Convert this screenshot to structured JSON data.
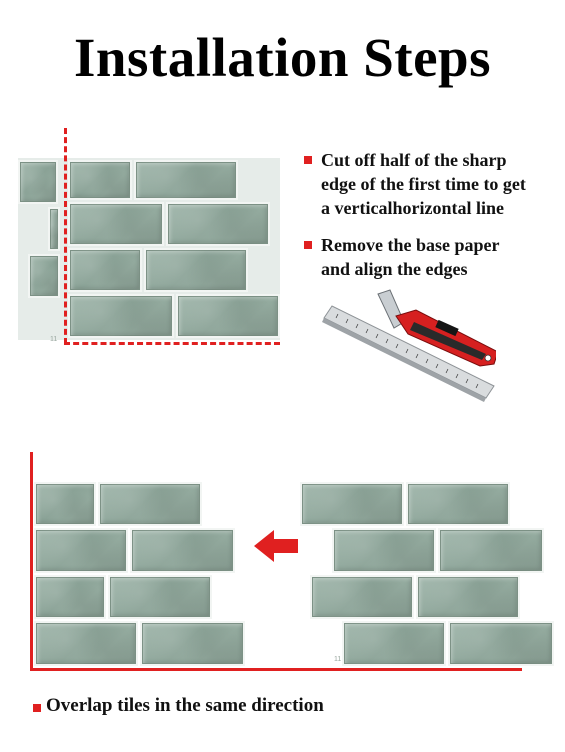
{
  "title": "Installation Steps",
  "steps": [
    {
      "lines": [
        "Cut off half of the sharp",
        "edge of the first time to get",
        "a verticalhorizontal line"
      ]
    },
    {
      "lines": [
        "Remove the base paper",
        "and align the edges"
      ]
    }
  ],
  "bottom_note": "Overlap tiles in the same direction",
  "sheet_label": "11",
  "colors": {
    "accent": "#e02020",
    "tile": "#8fa79b",
    "grout": "#f2f5f3"
  },
  "icons": [
    "utility-knife-icon",
    "ruler-icon",
    "arrow-left-icon"
  ]
}
